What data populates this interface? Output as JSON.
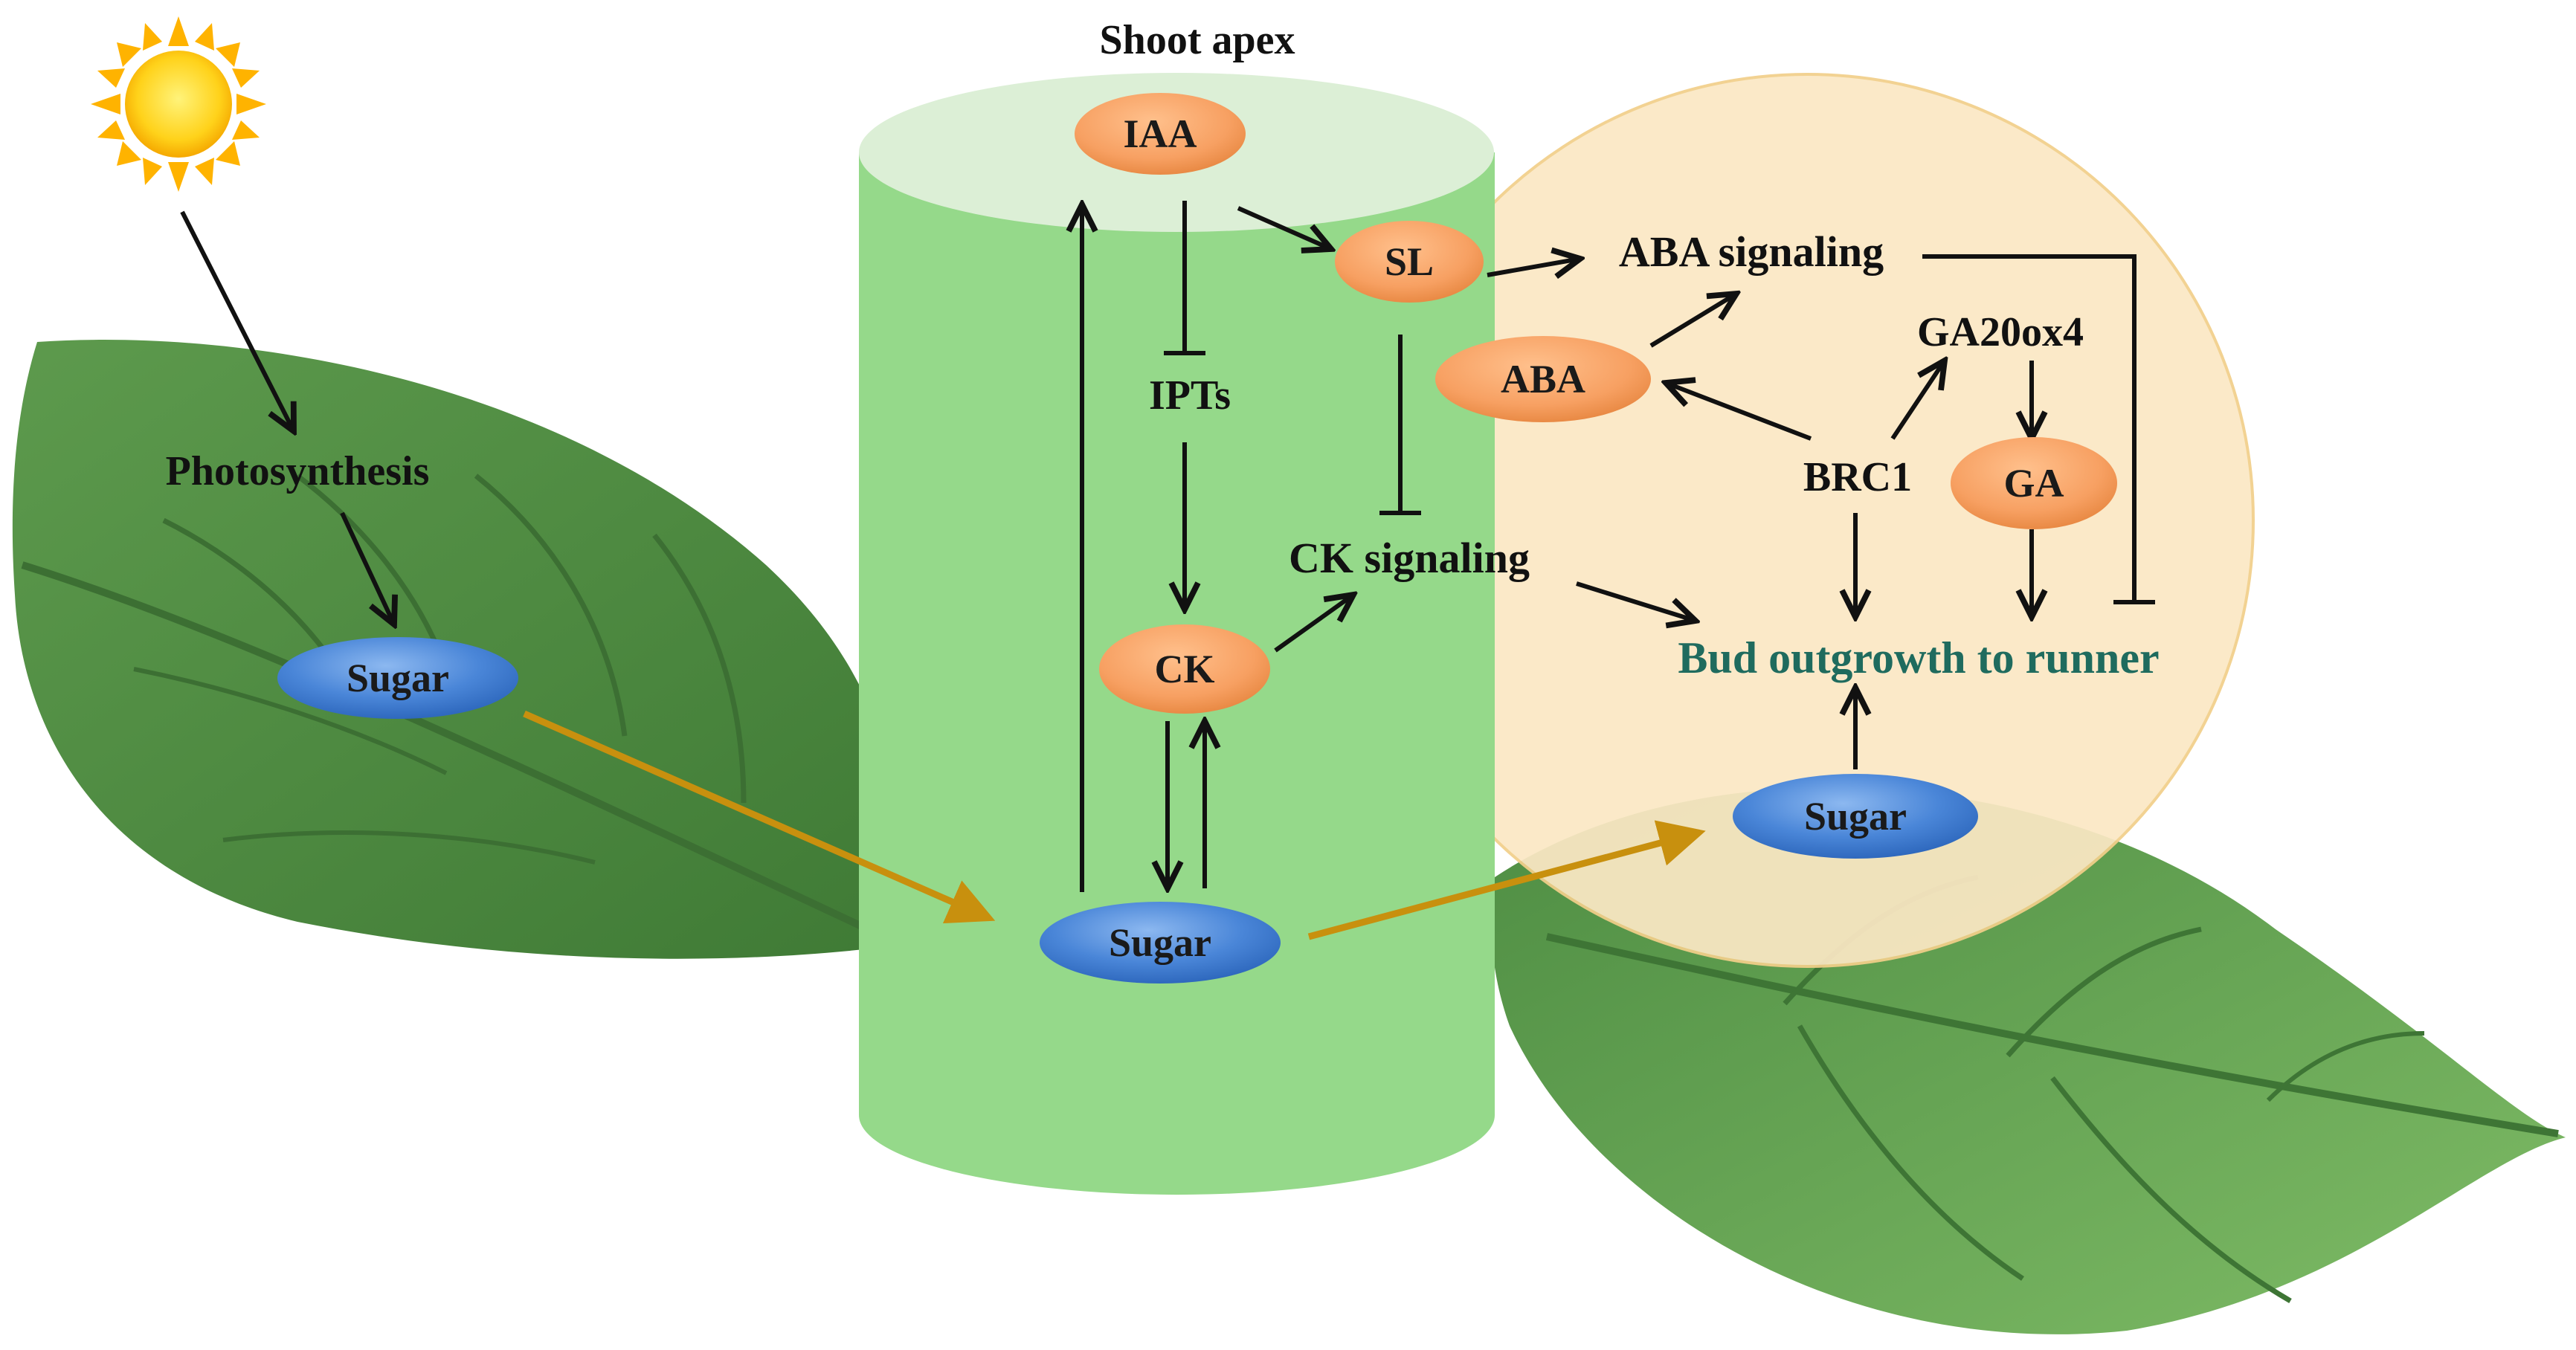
{
  "title": "Shoot apex",
  "colors": {
    "stem": "#95d98a",
    "stem_top": "#dcefd6",
    "bud_region": "#fbe8c4",
    "hormone_node": "#f6a066",
    "sugar_node": "#4a86d8",
    "leaf": "#5e9c4c",
    "arrow": "#111111",
    "sugar_arrow": "#c8900e",
    "outcome_text": "#1f6b5e"
  },
  "labels": {
    "photosynthesis": "Photosynthesis",
    "ipts": "IPTs",
    "ck_signaling": "CK signaling",
    "aba_signaling": "ABA signaling",
    "ga20ox4": "GA20ox4",
    "brc1": "BRC1",
    "outcome": "Bud outgrowth to runner"
  },
  "nodes": {
    "iaa": "IAA",
    "sl": "SL",
    "aba": "ABA",
    "ck": "CK",
    "ga": "GA",
    "sugar_leaf": "Sugar",
    "sugar_stem": "Sugar",
    "sugar_bud": "Sugar"
  },
  "icons": {
    "sun": "sun-icon",
    "leaf": "leaf-icon"
  }
}
